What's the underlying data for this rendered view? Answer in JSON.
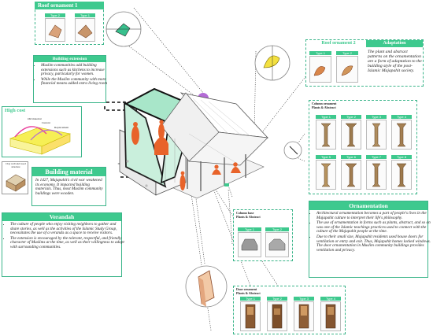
{
  "roof1": {
    "title": "Roof ornament 1",
    "types": [
      "Type 2",
      "Type 1"
    ]
  },
  "roof2": {
    "title": "Roof ornament 2",
    "types": [
      "Type 1",
      "Type 2"
    ]
  },
  "adaptation": {
    "title": "Adaptation",
    "text": "The plant and abstract patterns on the ornamentation are a form of adaptation to the building style of the post-Islamic Majapahit society."
  },
  "extension": {
    "title": "Building extension",
    "bullets": [
      "Muslim communities add building extensions such as kitchens to increase privacy, particularly for women.",
      "While the Muslim community with more financial means added extra living room"
    ]
  },
  "highcost": {
    "title": "High cost",
    "labels": [
      "Old material",
      "Current",
      "Replacement"
    ]
  },
  "clay": {
    "caption": "Clay wall and wood structure"
  },
  "material": {
    "title": "Building material",
    "text": "In 1427, Majapahit's civil war weakened its economy. It impacted building materials. Thus, most Muslim community buildings were wooden."
  },
  "verandah": {
    "title": "Verandah",
    "bullets": [
      "The culture of people who enjoy visiting neighbors to gather and share stories, as well as the activities of the Islamic Study Group, necessitates the use of a veranda as a space to receive visitors.",
      "The extension is encouraged by the tolerant, respectful, and friendly character of Muslims at the time, as well as their willingness to adapt with surrounding communities."
    ]
  },
  "column": {
    "title": "Column ornament",
    "subtitle": "Plants & Abstract",
    "types": [
      "Type 1",
      "Type 2",
      "Type 3",
      "Type 4",
      "Type 5",
      "Type 6",
      "Type 7",
      "Type 8"
    ]
  },
  "base": {
    "title": "Column base",
    "subtitle": "Plants & Abstract",
    "types": [
      "Type 1",
      "Type 2"
    ]
  },
  "orn": {
    "title": "Ornamentation",
    "bullets": [
      "Architectural ornamentation becomes a part of people's lives in the Majapahit culture to interpret their life's philosophy.",
      "The use of ornamentation in forms such as plants, abstract, and so on was one of the Islamic teachings practices used to connect with the culture of the Majapahit people at the time.",
      "Due to their small size, Majapahit residents used house doors for ventilation or entry and exit. Thus, Majapahit homes lacked windows. The door ornamentation in Muslim community buildings provides ventilation and privacy."
    ]
  },
  "door": {
    "title": "Door ornament",
    "subtitle": "Plants & Abstract",
    "types": [
      "Type 1",
      "Type 2",
      "Type 3",
      "Type 4"
    ]
  },
  "colors": {
    "accent": "#3ec98e",
    "roof_green": "#a8e6c9",
    "figure": "#e8632a",
    "purple": "#b36bd6",
    "yellow": "#f6ef55"
  }
}
